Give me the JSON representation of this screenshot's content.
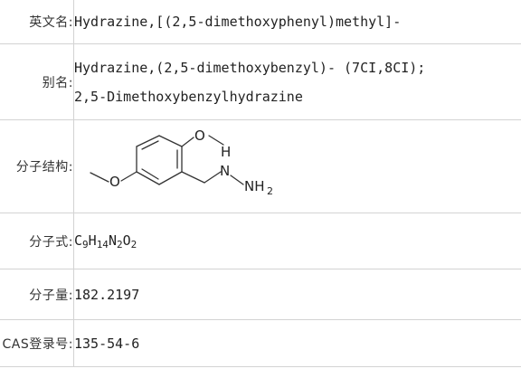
{
  "rows": {
    "english_name": {
      "label": "英文名:",
      "value": "Hydrazine,[(2,5-dimethoxyphenyl)methyl]-"
    },
    "alias": {
      "label": "别名:",
      "line1": "Hydrazine,(2,5-dimethoxybenzyl)- (7CI,8CI);",
      "line2": "2,5-Dimethoxybenzylhydrazine"
    },
    "structure": {
      "label": "分子结构:",
      "atom_o_top": "O",
      "atom_o_left": "O",
      "atom_n": "N",
      "atom_h": "H",
      "atom_nh": "NH",
      "atom_nh_sub": "2"
    },
    "formula": {
      "label": "分子式:",
      "c": "C",
      "c_sub": "9",
      "h": "H",
      "h_sub": "14",
      "n": "N",
      "n_sub": "2",
      "o": "O",
      "o_sub": "2"
    },
    "weight": {
      "label": "分子量:",
      "value": "182.2197"
    },
    "cas": {
      "label": "CAS登录号:",
      "value": "135-54-6"
    }
  }
}
